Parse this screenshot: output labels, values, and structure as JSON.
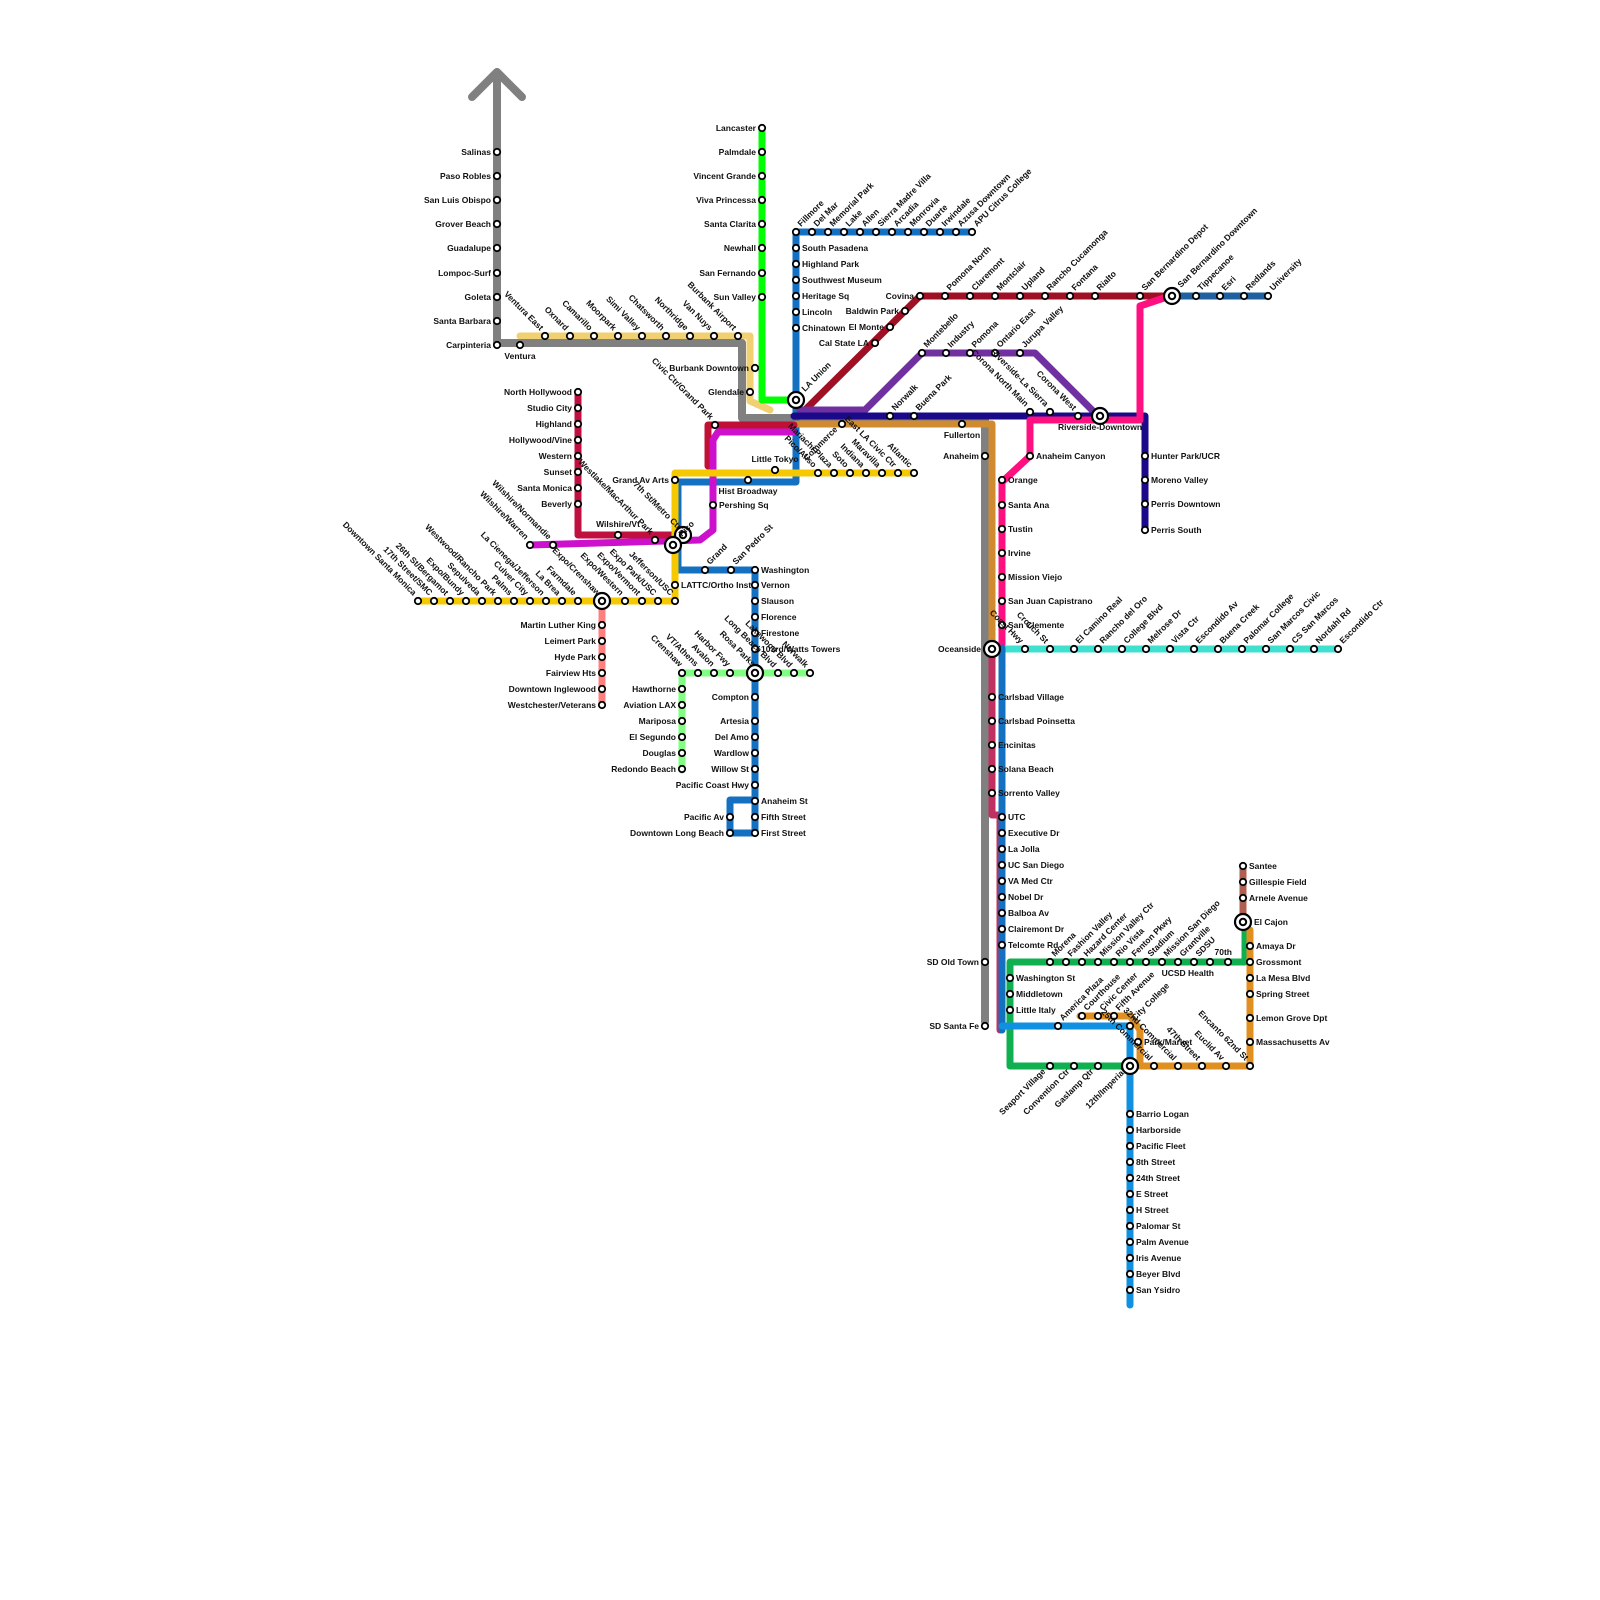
{
  "colors": {
    "gray": "#808080",
    "green": "#00ff00",
    "blue": "#1470c0",
    "red": "#a01025",
    "yellow": "#ffd200",
    "tan": "#f0d070",
    "magenta": "#cc10cc",
    "pink": "#ff1080",
    "purple": "#7030a0",
    "navy": "#1a0a8a",
    "orange": "#e09020",
    "teal": "#40e0d0",
    "ltgreen": "#80ff80",
    "salmon": "#ff8080",
    "brown": "#b06050",
    "sdgreen": "#10b050",
    "sdblue": "#1090e0",
    "rose": "#c03060",
    "crimson": "#c01040"
  },
  "icons": [
    "north-arrow-icon",
    "interchange-station-icon",
    "station-dot-icon"
  ],
  "labels": {
    "salinas": "Salinas",
    "paso_robles": "Paso Robles",
    "san_luis_obispo": "San Luis Obispo",
    "grover_beach": "Grover Beach",
    "guadalupe": "Guadalupe",
    "lompoc_surf": "Lompoc-Surf",
    "goleta": "Goleta",
    "santa_barbara": "Santa Barbara",
    "carpinteria": "Carpinteria",
    "ventura": "Ventura",
    "ventura_east": "Ventura East",
    "oxnard": "Oxnard",
    "camarillo": "Camarillo",
    "moorpark": "Moorpark",
    "simi_valley": "Simi Valley",
    "chatsworth": "Chatsworth",
    "northridge": "Northridge",
    "van_nuys": "Van Nuys",
    "burbank_airport": "Burbank Airport",
    "burbank_downtown": "Burbank Downtown",
    "glendale": "Glendale",
    "lancaster": "Lancaster",
    "palmdale": "Palmdale",
    "vincent_grande": "Vincent Grande",
    "viva_princessa": "Viva Princessa",
    "santa_clarita": "Santa Clarita",
    "newhall": "Newhall",
    "san_fernando": "San Fernando",
    "sun_valley": "Sun Valley",
    "fillmore": "Fillmore",
    "del_mar": "Del Mar",
    "memorial_park": "Memorial Park",
    "lake": "Lake",
    "allen": "Allen",
    "sierra_madre_villa": "Sierra Madre Villa",
    "arcadia": "Arcadia",
    "monrovia": "Monrovia",
    "duarte": "Duarte",
    "irwindale": "Irwindale",
    "azusa_downtown": "Azusa Downtown",
    "apu_citrus_college": "APU Citrus College",
    "south_pasadena": "South Pasadena",
    "highland_park": "Highland Park",
    "southwest_museum": "Southwest Museum",
    "heritage_sq": "Heritage Sq",
    "lincoln": "Lincoln",
    "chinatown": "Chinatown",
    "la_union": "LA Union",
    "civic_ctr_grand_park": "Civic Ctr/Grand Park",
    "covina": "Covina",
    "baldwin_park": "Baldwin Park",
    "el_monte": "El Monte",
    "cal_state_la": "Cal State LA",
    "pomona_north": "Pomona North",
    "claremont": "Claremont",
    "montclair": "Montclair",
    "upland": "Upland",
    "rancho_cucamonga": "Rancho Cucamonga",
    "fontana": "Fontana",
    "rialto": "Rialto",
    "san_bernardino_depot": "San Bernardino Depot",
    "san_bernardino_downtown": "San Bernardino Downtown",
    "tippecanoe": "Tippecanoe",
    "esri": "Esri",
    "redlands": "Redlands",
    "university": "University",
    "montebello": "Montebello",
    "industry": "Industry",
    "pomona": "Pomona",
    "ontario_east": "Ontario East",
    "jurupa_valley": "Jurupa Valley",
    "corona_north_main": "Corona North Main",
    "riverside_la_sierra": "Riverside-La Sierra",
    "corona_west": "Corona West",
    "riverside_downtown": "Riverside-Downtown",
    "hunter_park_ucr": "Hunter Park/UCR",
    "moreno_valley": "Moreno Valley",
    "perris_downtown": "Perris Downtown",
    "perris_south": "Perris South",
    "norwalk_top": "Norwalk",
    "buena_park": "Buena Park",
    "commerce": "Commerce",
    "fullerton": "Fullerton",
    "anaheim": "Anaheim",
    "anaheim_canyon": "Anaheim Canyon",
    "orange": "Orange",
    "santa_ana": "Santa Ana",
    "tustin": "Tustin",
    "irvine": "Irvine",
    "mission_viejo": "Mission Viejo",
    "san_juan_capistrano": "San Juan Capistrano",
    "san_clemente": "San Clemente",
    "oceanside": "Oceanside",
    "coast_hwy": "Coast Hwy",
    "crouch_st": "Crouch St",
    "el_camino_real": "El Camino Real",
    "rancho_del_oro": "Rancho del Oro",
    "college_blvd": "College Blvd",
    "melrose_dr": "Melrose Dr",
    "vista_ctr": "Vista Ctr",
    "escondido_av": "Escondido Av",
    "buena_creek": "Buena Creek",
    "palomar_college": "Palomar College",
    "san_marcos_civic": "San Marcos Civic",
    "cs_san_marcos": "CS San Marcos",
    "nordahl_rd": "Nordahl Rd",
    "escondido_ctr": "Escondido Ctr",
    "carlsbad_village": "Carlsbad Village",
    "carlsbad_poinsetta": "Carlsbad Poinsetta",
    "encinitas": "Encinitas",
    "solana_beach": "Solana Beach",
    "sorrento_valley": "Sorrento Valley",
    "utc": "UTC",
    "executive_dr": "Executive Dr",
    "la_jolla": "La Jolla",
    "uc_san_diego": "UC San Diego",
    "va_med_ctr": "VA Med Ctr",
    "nobel_dr": "Nobel Dr",
    "balboa_av": "Balboa Av",
    "clairemont_dr": "Clairemont Dr",
    "telecom_rd": "Telcomte Rd",
    "sd_old_town": "SD Old Town",
    "sd_santa_fe": "SD Santa Fe",
    "washington_st": "Washington St",
    "middletown": "Middletown",
    "little_italy": "Little Italy",
    "morena": "Morena",
    "fashion_valley": "Fashion Valley",
    "hazard_center": "Hazard Center",
    "mission_valley_ctr": "Mission Valley Ctr",
    "rio_vista": "Rio Vista",
    "fenton_pkwy": "Fenton Pkwy",
    "stadium": "Stadium",
    "mission_san_diego": "Mission San Diego",
    "grantville": "Grantville",
    "sdsu": "SDSU",
    "ucsd_health": "UCSD Health",
    "seventieth": "70th",
    "grossmont": "Grossmont",
    "santee": "Santee",
    "gillespie_field": "Gillespie Field",
    "arnele_avenue": "Arnele Avenue",
    "el_cajon": "El Cajon",
    "amaya_dr": "Amaya Dr",
    "la_mesa_blvd": "La Mesa Blvd",
    "spring_street": "Spring Street",
    "lemon_grove_dpt": "Lemon Grove Dpt",
    "massachusetts_av": "Massachusetts Av",
    "encanto_62nd_st": "Encanto 62nd St",
    "euclid_av": "Euclid Av",
    "forty_seventh_street": "47th Street",
    "thirty_second_commercial": "32nd Commercial",
    "twenty_fifth_commercial": "25th Commercial",
    "twelfth_imperial": "12th/Imperial",
    "gaslamp_qtr": "Gaslamp Qtr",
    "convention_ctr": "Convention Ctr",
    "seaport_village": "Seaport Village",
    "america_plaza": "America Plaza",
    "courthouse": "Courthouse",
    "civic_center": "Civic Center",
    "fifth_avenue": "Fifth Avenue",
    "city_college": "City College",
    "park_market": "Park/Market",
    "barrio_logan": "Barrio Logan",
    "harborside": "Harborside",
    "pacific_fleet": "Pacific Fleet",
    "eighth_street": "8th Street",
    "twenty_fourth_street": "24th Street",
    "e_street": "E Street",
    "h_street": "H Street",
    "palomar_st": "Palomar St",
    "palm_avenue": "Palm Avenue",
    "iris_avenue": "Iris Avenue",
    "beyer_blvd": "Beyer Blvd",
    "san_ysidro": "San Ysidro",
    "north_hollywood": "North Hollywood",
    "studio_city": "Studio City",
    "highland": "Highland",
    "hollywood_vine": "Hollywood/Vine",
    "western": "Western",
    "sunset": "Sunset",
    "santa_monica": "Santa Monica",
    "beverly": "Beverly",
    "wilshire_vermont": "Wilshire/Vt",
    "westlake_macarthur": "Westlake/MacArthur Park",
    "seventh_st_metro": "7th St/Metro Ctr",
    "grand_av_arts": "Grand Av Arts",
    "little_tokyo": "Little Tokyo",
    "hist_broadway": "Hist Broadway",
    "pershing_sq": "Pershing Sq",
    "pico_aliso": "Pico/Aliso",
    "mariachi_plaza": "Mariachi Plaza",
    "soto": "Soto",
    "indiana": "Indiana",
    "maravilla": "Maravilla",
    "east_la_civic": "East LA Civic Ctr",
    "atlantic": "Atlantic",
    "wilshire_normandie": "Wilshire/Normandie",
    "wilshire_western": "Wilshire/Warren",
    "pico": "Pico",
    "grand": "Grand",
    "san_pedro_st": "San Pedro St",
    "lattc": "LATTC/Ortho Inst",
    "jefferson_usc": "Jefferson/USC",
    "expo_park_usc": "Expo Park/USC",
    "expo_vermont": "Expo/Vermont",
    "expo_western": "Expo/Western",
    "expo_crenshaw": "Expo/Crenshaw",
    "farmdale": "Farmdale",
    "la_brea": "La Brea",
    "la_cienega": "La Cienega/Jefferson",
    "culver_city": "Culver City",
    "palms": "Palms",
    "westwood_rancho": "Westwood/Rancho Park",
    "sepulveda": "Sepulveda",
    "expo_bundy": "Expo/Bundy",
    "twenty_sixth_bergamot": "26th St/Bergamot",
    "seventeenth_smc": "17th Street/SMC",
    "downtown_santa_monica": "Downtown Santa Monica",
    "martin_luther_king": "Martin Luther King",
    "leimert_park": "Leimert Park",
    "hyde_park": "Hyde Park",
    "fairview_hts": "Fairview Hts",
    "downtown_inglewood": "Downtown Inglewood",
    "westchester": "Westchester/Veterans",
    "washington": "Washington",
    "vernon": "Vernon",
    "slauson": "Slauson",
    "florence": "Florence",
    "firestone": "Firestone",
    "towers_103rd": "103rd/Watts Towers",
    "rosa_parks": "Rosa Parks",
    "harbor_fwy": "Harbor Fwy",
    "avalon": "Avalon",
    "vt_athens": "VT/Athens",
    "crenshaw": "Crenshaw",
    "long_beach_blvd": "Long Beach Blvd",
    "lakewood_blvd": "Lakewood Blvd",
    "norwalk_green": "Norwalk",
    "hawthorne": "Hawthorne",
    "aviation_lax": "Aviation LAX",
    "mariposa": "Mariposa",
    "el_segundo": "El Segundo",
    "douglas": "Douglas",
    "redondo_beach": "Redondo Beach",
    "compton": "Compton",
    "artesia": "Artesia",
    "del_amo": "Del Amo",
    "wardlow": "Wardlow",
    "willow_st": "Willow St",
    "pacific_coast_hwy": "Pacific Coast Hwy",
    "anaheim_st": "Anaheim St",
    "fifth_street": "Fifth Street",
    "first_street": "First Street",
    "pacific_av": "Pacific Av",
    "downtown_long_beach": "Downtown Long Beach"
  }
}
